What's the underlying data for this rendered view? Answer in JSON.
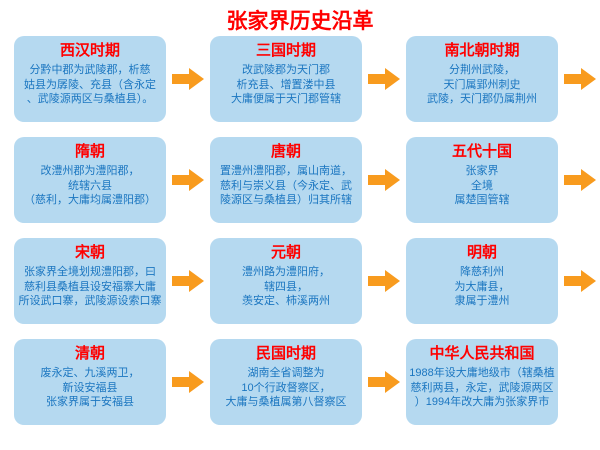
{
  "page_title": "张家界历史沿革",
  "colors": {
    "title": "#ff0000",
    "box_bg": "#b5d9f0",
    "box_title": "#ff0000",
    "box_body": "#1b76c0",
    "arrow": "#f89b1e"
  },
  "rows": [
    {
      "boxes": [
        {
          "title": "西汉时期",
          "body": "分黔中郡为武陵郡，析慈\n姑县为孱陵、充县（含永定\n、武陵源两区与桑植县）。"
        },
        {
          "title": "三国时期",
          "body": "改武陵郡为天门郡\n析充县、增置溇中县\n大庸便属于天门郡管辖"
        },
        {
          "title": "南北朝时期",
          "body": "分荆州武陵，\n天门属郢州刺史\n武陵，天门郡仍属荆州"
        }
      ],
      "trailing_arrow": true
    },
    {
      "boxes": [
        {
          "title": "隋朝",
          "body": "改澧州郡为澧阳郡，\n统辖六县\n（慈利，大庸均属澧阳郡）"
        },
        {
          "title": "唐朝",
          "body": "置澧州澧阳郡，属山南道，\n慈利与崇义县（今永定、武\n陵源区与桑植县）归其所辖"
        },
        {
          "title": "五代十国",
          "body": "张家界\n全境\n属楚国管辖"
        }
      ],
      "trailing_arrow": true
    },
    {
      "boxes": [
        {
          "title": "宋朝",
          "body": "张家界全境划规澧阳郡，曰\n慈利县桑植县设安福寨大庸\n所设武口寨，武陵源设索口寨"
        },
        {
          "title": "元朝",
          "body": "澧州路为澧阳府，\n辖四县，\n羡安定、柿溪两州"
        },
        {
          "title": "明朝",
          "body": "降慈利州\n为大庸县，\n隶属于澧州"
        }
      ],
      "trailing_arrow": true
    },
    {
      "boxes": [
        {
          "title": "清朝",
          "body": "废永定、九溪两卫，\n新设安福县\n张家界属于安福县"
        },
        {
          "title": "民国时期",
          "body": "湖南全省调整为\n10个行政督察区，\n大庸与桑植属第八督察区"
        },
        {
          "title": "中华人民共和国",
          "body": "1988年设大庸地级市（辖桑植\n慈利两县，永定，武陵源两区\n）1994年改大庸为张家界市"
        }
      ],
      "trailing_arrow": false
    }
  ]
}
